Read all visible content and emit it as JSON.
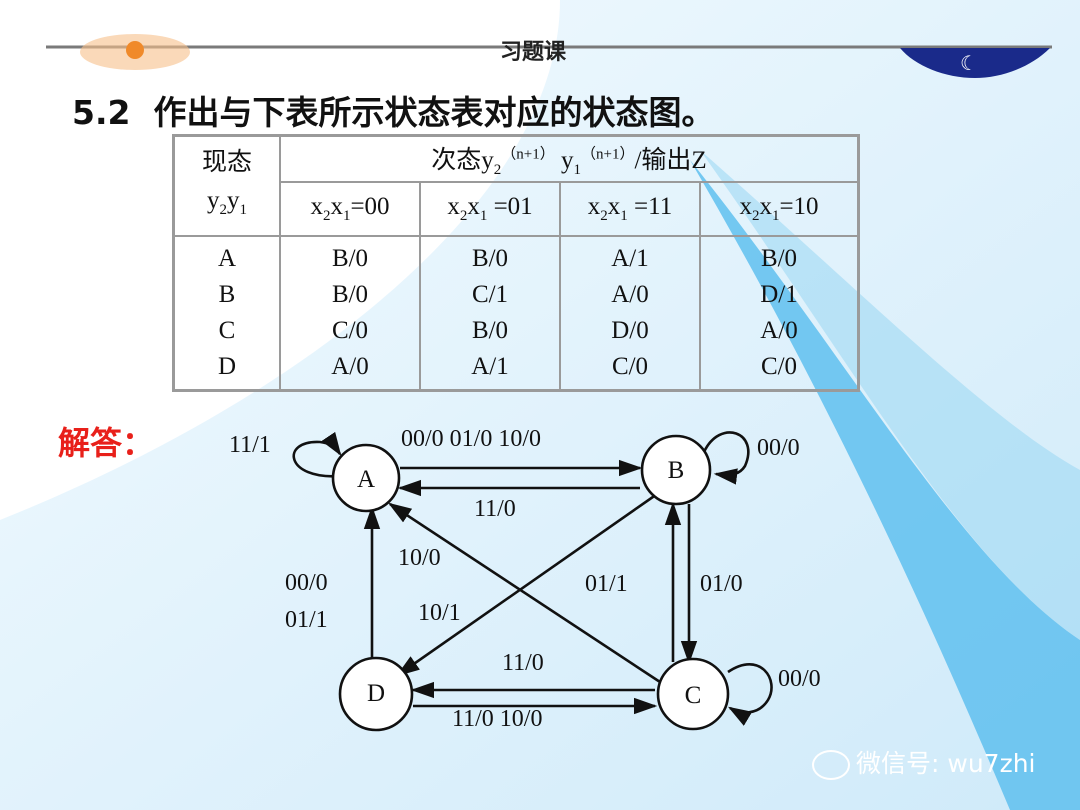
{
  "header": {
    "title": "习题课"
  },
  "problem": {
    "number": "5.2",
    "text": "作出与下表所示状态表对应的状态图。"
  },
  "table": {
    "present_header": [
      "现态",
      "y2y1"
    ],
    "next_header": {
      "main": "次态y",
      "sup": "（n+1）",
      "output": "/输出Z"
    },
    "columns": [
      "x2x1=00",
      "x2x1 =01",
      "x2x1 =11",
      "x2x1=10"
    ],
    "rows": [
      {
        "state": "A",
        "cells": [
          "B/0",
          "B/0",
          "A/1",
          "B/0"
        ]
      },
      {
        "state": "B",
        "cells": [
          "B/0",
          "C/1",
          "A/0",
          "D/1"
        ]
      },
      {
        "state": "C",
        "cells": [
          "C/0",
          "B/0",
          "D/0",
          "A/0"
        ]
      },
      {
        "state": "D",
        "cells": [
          "A/0",
          "A/1",
          "C/0",
          "C/0"
        ]
      }
    ]
  },
  "answer_label": "解答：",
  "diagram": {
    "states": [
      "A",
      "B",
      "C",
      "D"
    ],
    "labels": {
      "a_self": "11/1",
      "a_to_b": "00/0  01/0  10/0",
      "b_to_a": "11/0",
      "b_self": "00/0",
      "c_to_a": "10/0",
      "d_to_a_1": "00/0",
      "d_to_a_2": "01/1",
      "b_to_d": "10/1",
      "c_to_b": "01/1",
      "b_to_c": "01/0",
      "c_to_d": "11/0",
      "c_self": "00/0",
      "d_to_c": "11/0  10/0"
    }
  },
  "watermark": "微信号: wu7zhi",
  "colors": {
    "accent_red": "#e8201a",
    "band_blue": "#5fc0ee",
    "sky": "#dff1fb"
  }
}
